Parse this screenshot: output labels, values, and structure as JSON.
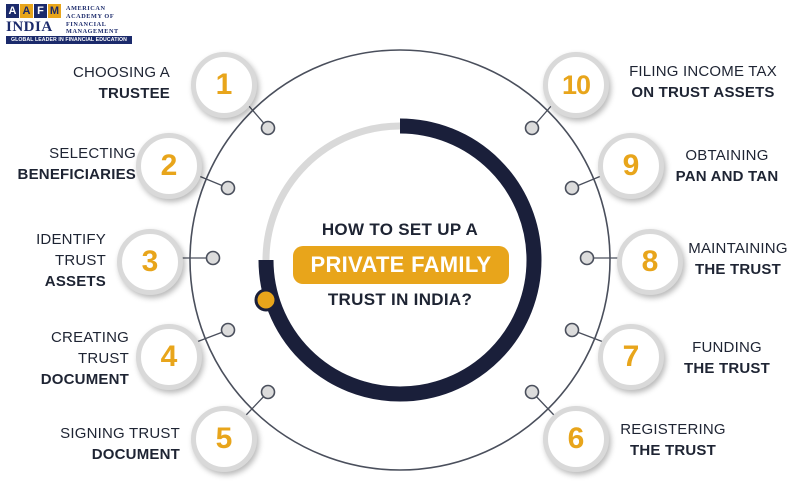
{
  "logo": {
    "letters": [
      "A",
      "A",
      "F",
      "M"
    ],
    "india": "INDIA",
    "name_lines": [
      "AMERICAN",
      "ACADEMY OF",
      "FINANCIAL",
      "MANAGEMENT"
    ],
    "tagline": "GLOBAL LEADER IN FINANCIAL EDUCATION"
  },
  "center": {
    "line1": "HOW TO SET UP A",
    "highlight": "PRIVATE FAMILY",
    "line2": "TRUST IN INDIA?"
  },
  "colors": {
    "accent": "#e8a51b",
    "navy": "#1a1f3a",
    "ring_light": "#d9d9d9",
    "text": "#1e2433"
  },
  "progress_ring": {
    "fraction": 0.75
  },
  "steps": [
    {
      "number": "1",
      "line1": "CHOOSING A",
      "line2": "TRUSTEE"
    },
    {
      "number": "2",
      "line1": "SELECTING",
      "line2": "BENEFICIARIES"
    },
    {
      "number": "3",
      "line1": "IDENTIFY TRUST",
      "line2": "ASSETS"
    },
    {
      "number": "4",
      "line1": "CREATING TRUST",
      "line2": "DOCUMENT"
    },
    {
      "number": "5",
      "line1": "SIGNING TRUST",
      "line2": "DOCUMENT"
    },
    {
      "number": "6",
      "line1": "REGISTERING",
      "line2": "THE TRUST"
    },
    {
      "number": "7",
      "line1": "FUNDING",
      "line2": "THE TRUST"
    },
    {
      "number": "8",
      "line1": "MAINTAINING",
      "line2": "THE TRUST"
    },
    {
      "number": "9",
      "line1": "OBTAINING",
      "line2": "PAN AND TAN"
    },
    {
      "number": "10",
      "line1": "FILING INCOME TAX",
      "line2": "ON TRUST ASSETS"
    }
  ]
}
